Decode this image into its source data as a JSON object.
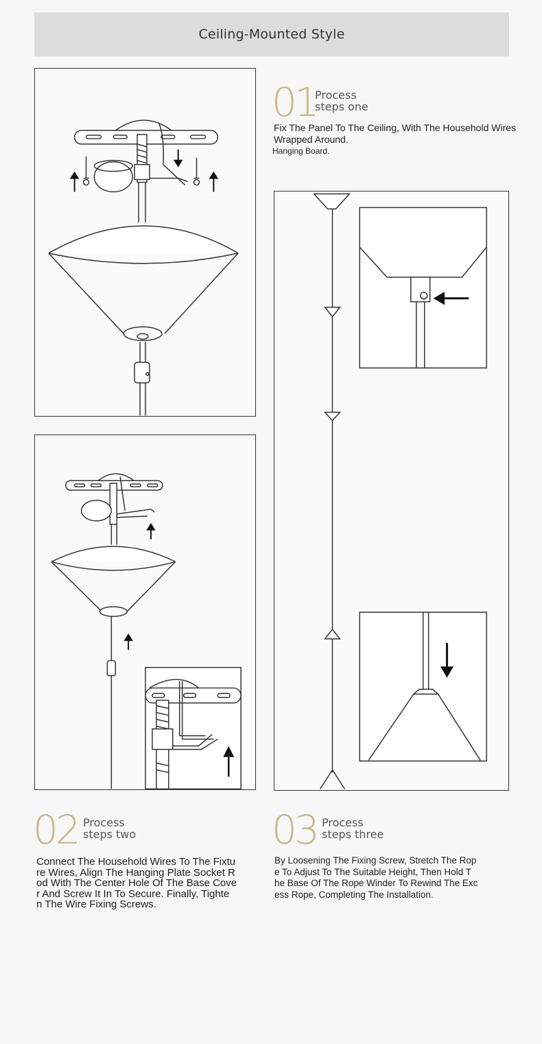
{
  "header": {
    "title": "Ceiling-Mounted Style"
  },
  "steps": [
    {
      "number": "01",
      "label_line1": "Process",
      "label_line2": "steps one",
      "text": "Fix The Panel To The Ceiling, With The Household Wires Wrapped Around.",
      "note": "Hanging Board."
    },
    {
      "number": "02",
      "label_line1": "Process",
      "label_line2": "steps two",
      "text_lines": [
        "Connect The Household Wires To The Fixtu",
        "re Wires, Align The Hanging Plate Socket R",
        "od With The Center Hole Of The Base Cove",
        "r And Screw It In To Secure. Finally, Tighte",
        "n The Wire Fixing Screws."
      ]
    },
    {
      "number": "03",
      "label_line1": "Process",
      "label_line2": "steps three",
      "text_lines": [
        "By Loosening The Fixing Screw, Stretch The Rop",
        "e To Adjust To The Suitable Height, Then Hold T",
        "he Base Of The Rope Winder To Rewind The Exc",
        "ess Rope, Completing The Installation."
      ]
    }
  ],
  "colors": {
    "accent": "#c7b98a",
    "header_bg": "#dcdcdc",
    "line": "#333333"
  }
}
